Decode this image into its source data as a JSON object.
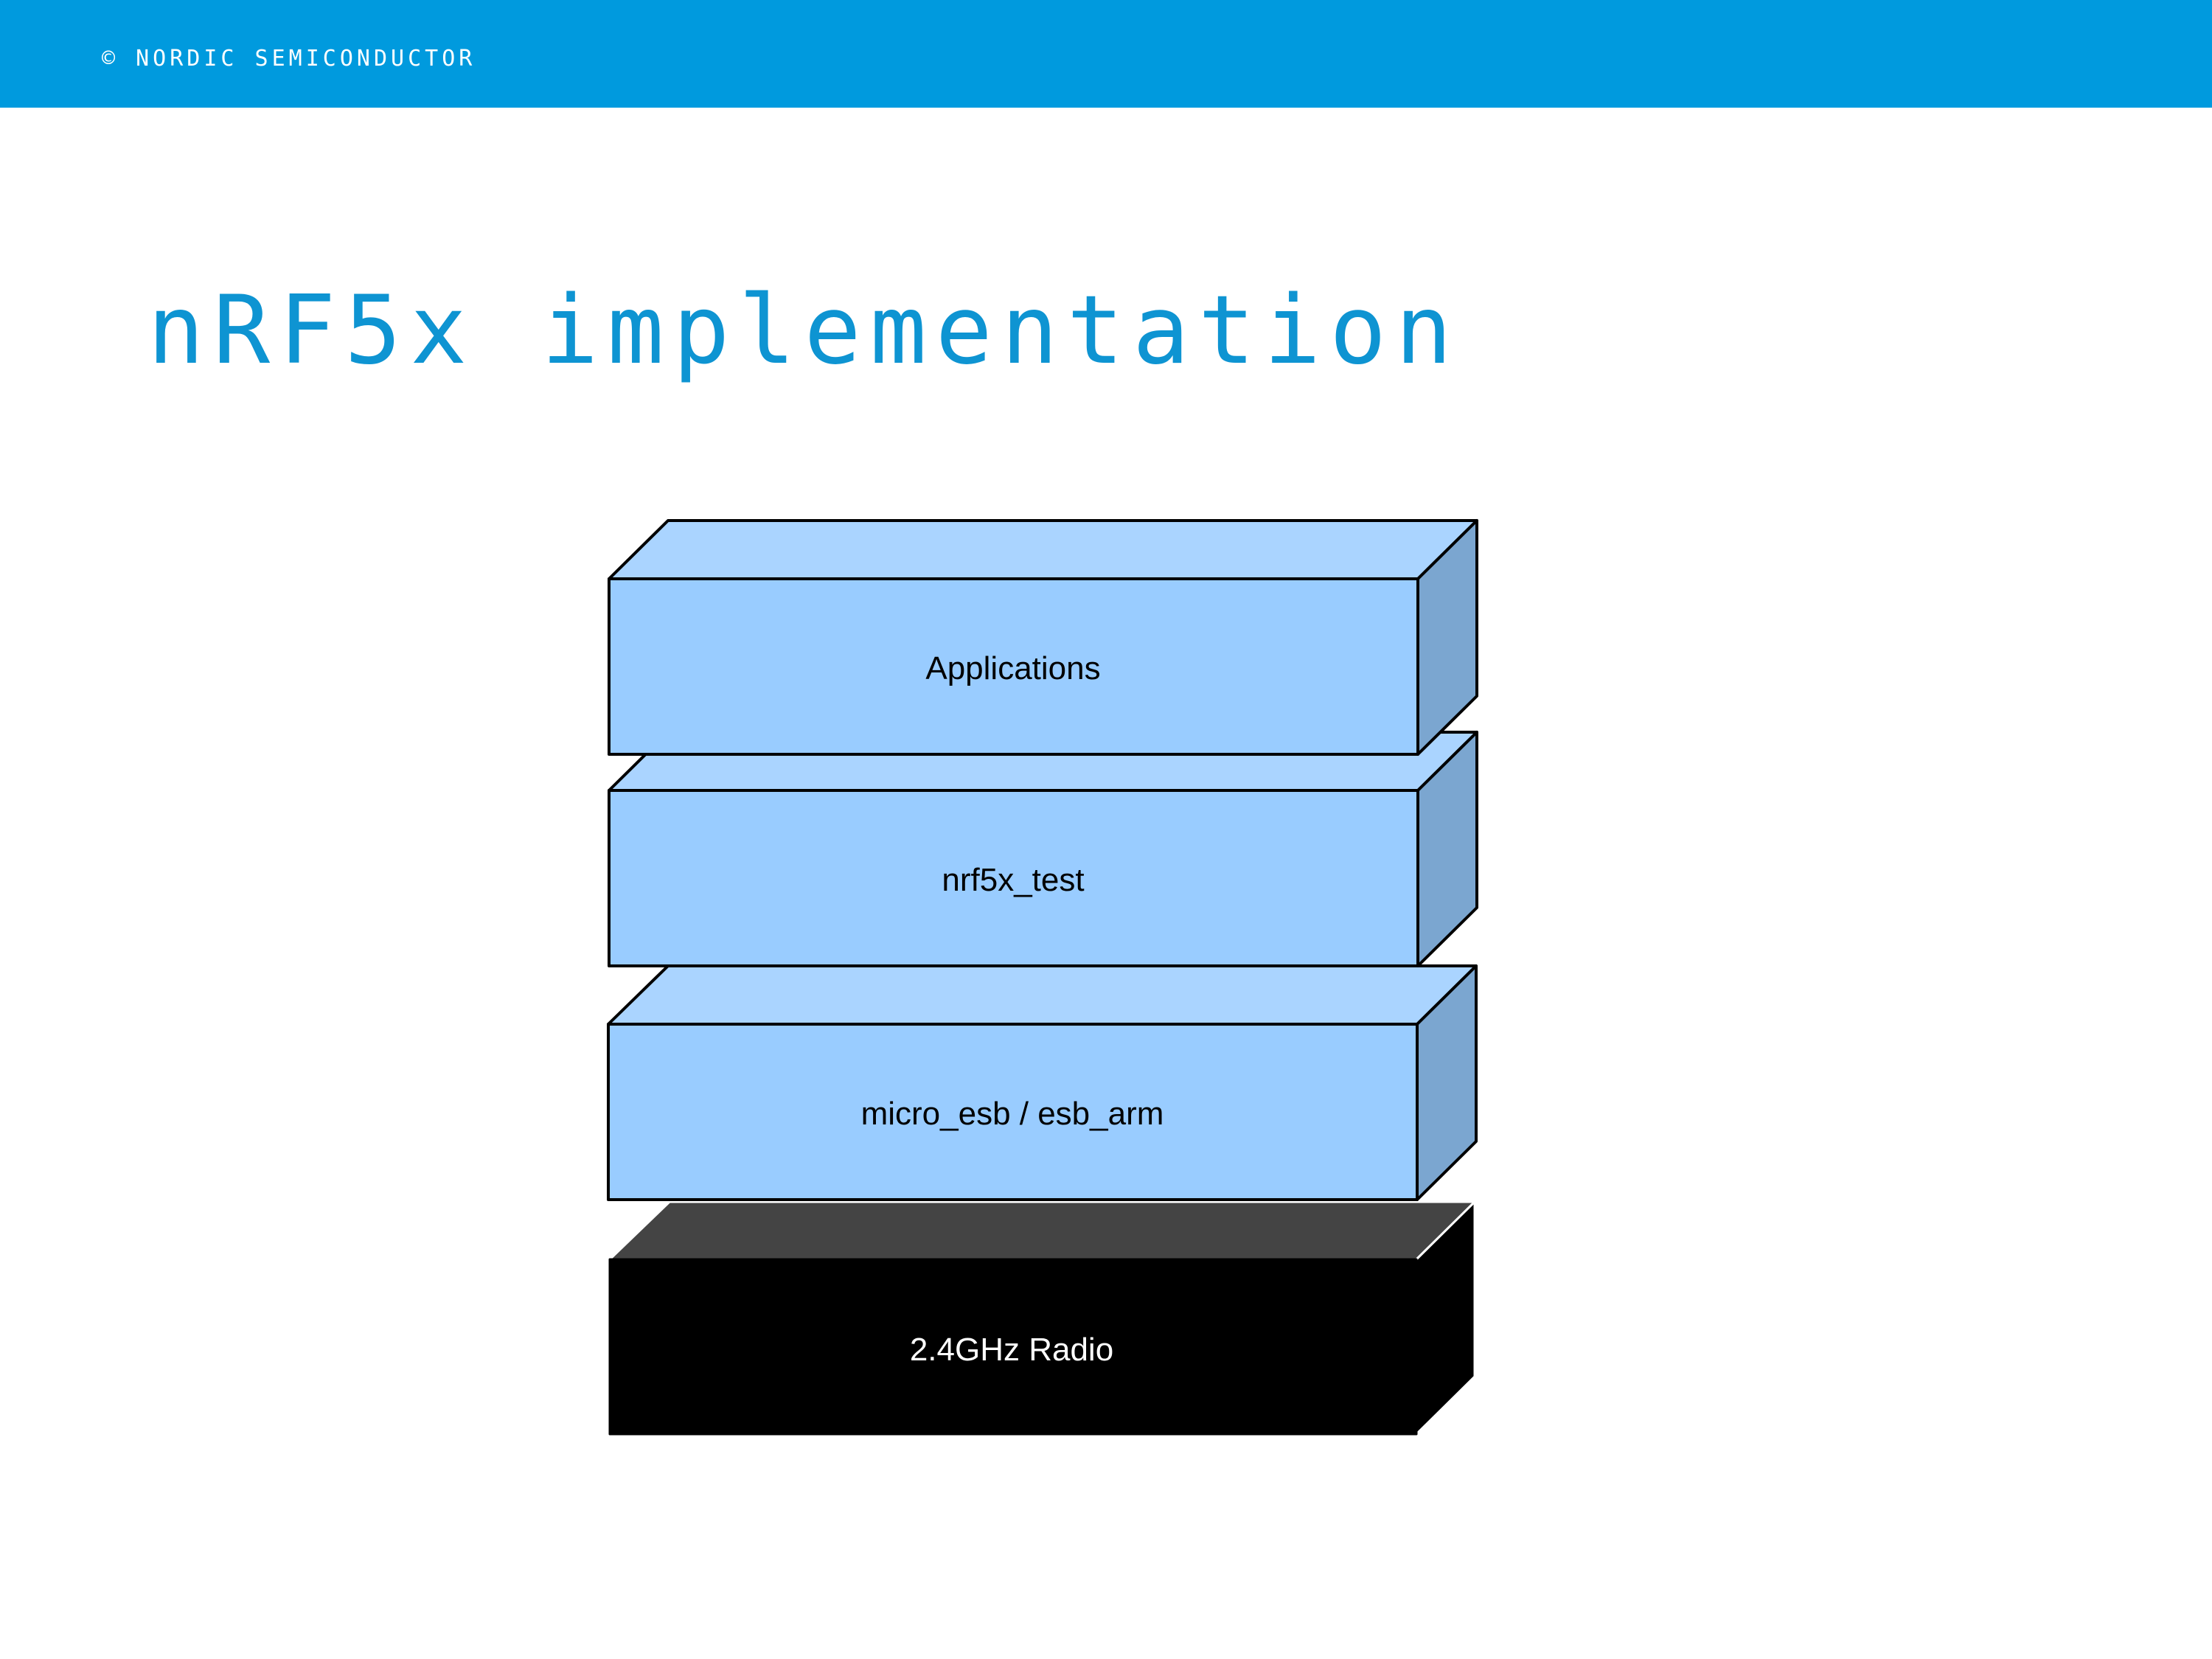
{
  "header": {
    "copyright": "© NORDIC SEMICONDUCTOR",
    "bar_color": "#009ADE"
  },
  "slide": {
    "title": "nRF5x implementation",
    "title_color": "#0E94D2"
  },
  "stack": {
    "layers": [
      {
        "label": "Applications",
        "style": "blue"
      },
      {
        "label": "nrf5x_test",
        "style": "blue"
      },
      {
        "label": "micro_esb / esb_arm",
        "style": "blue"
      },
      {
        "label": "2.4GHz Radio",
        "style": "black"
      }
    ],
    "colors": {
      "blue_front": "#99CCFF",
      "blue_top": "#AAD4FF",
      "blue_side": "#7BA6D0",
      "black_front": "#000000",
      "black_top": "#444444",
      "black_side": "#000000"
    }
  }
}
